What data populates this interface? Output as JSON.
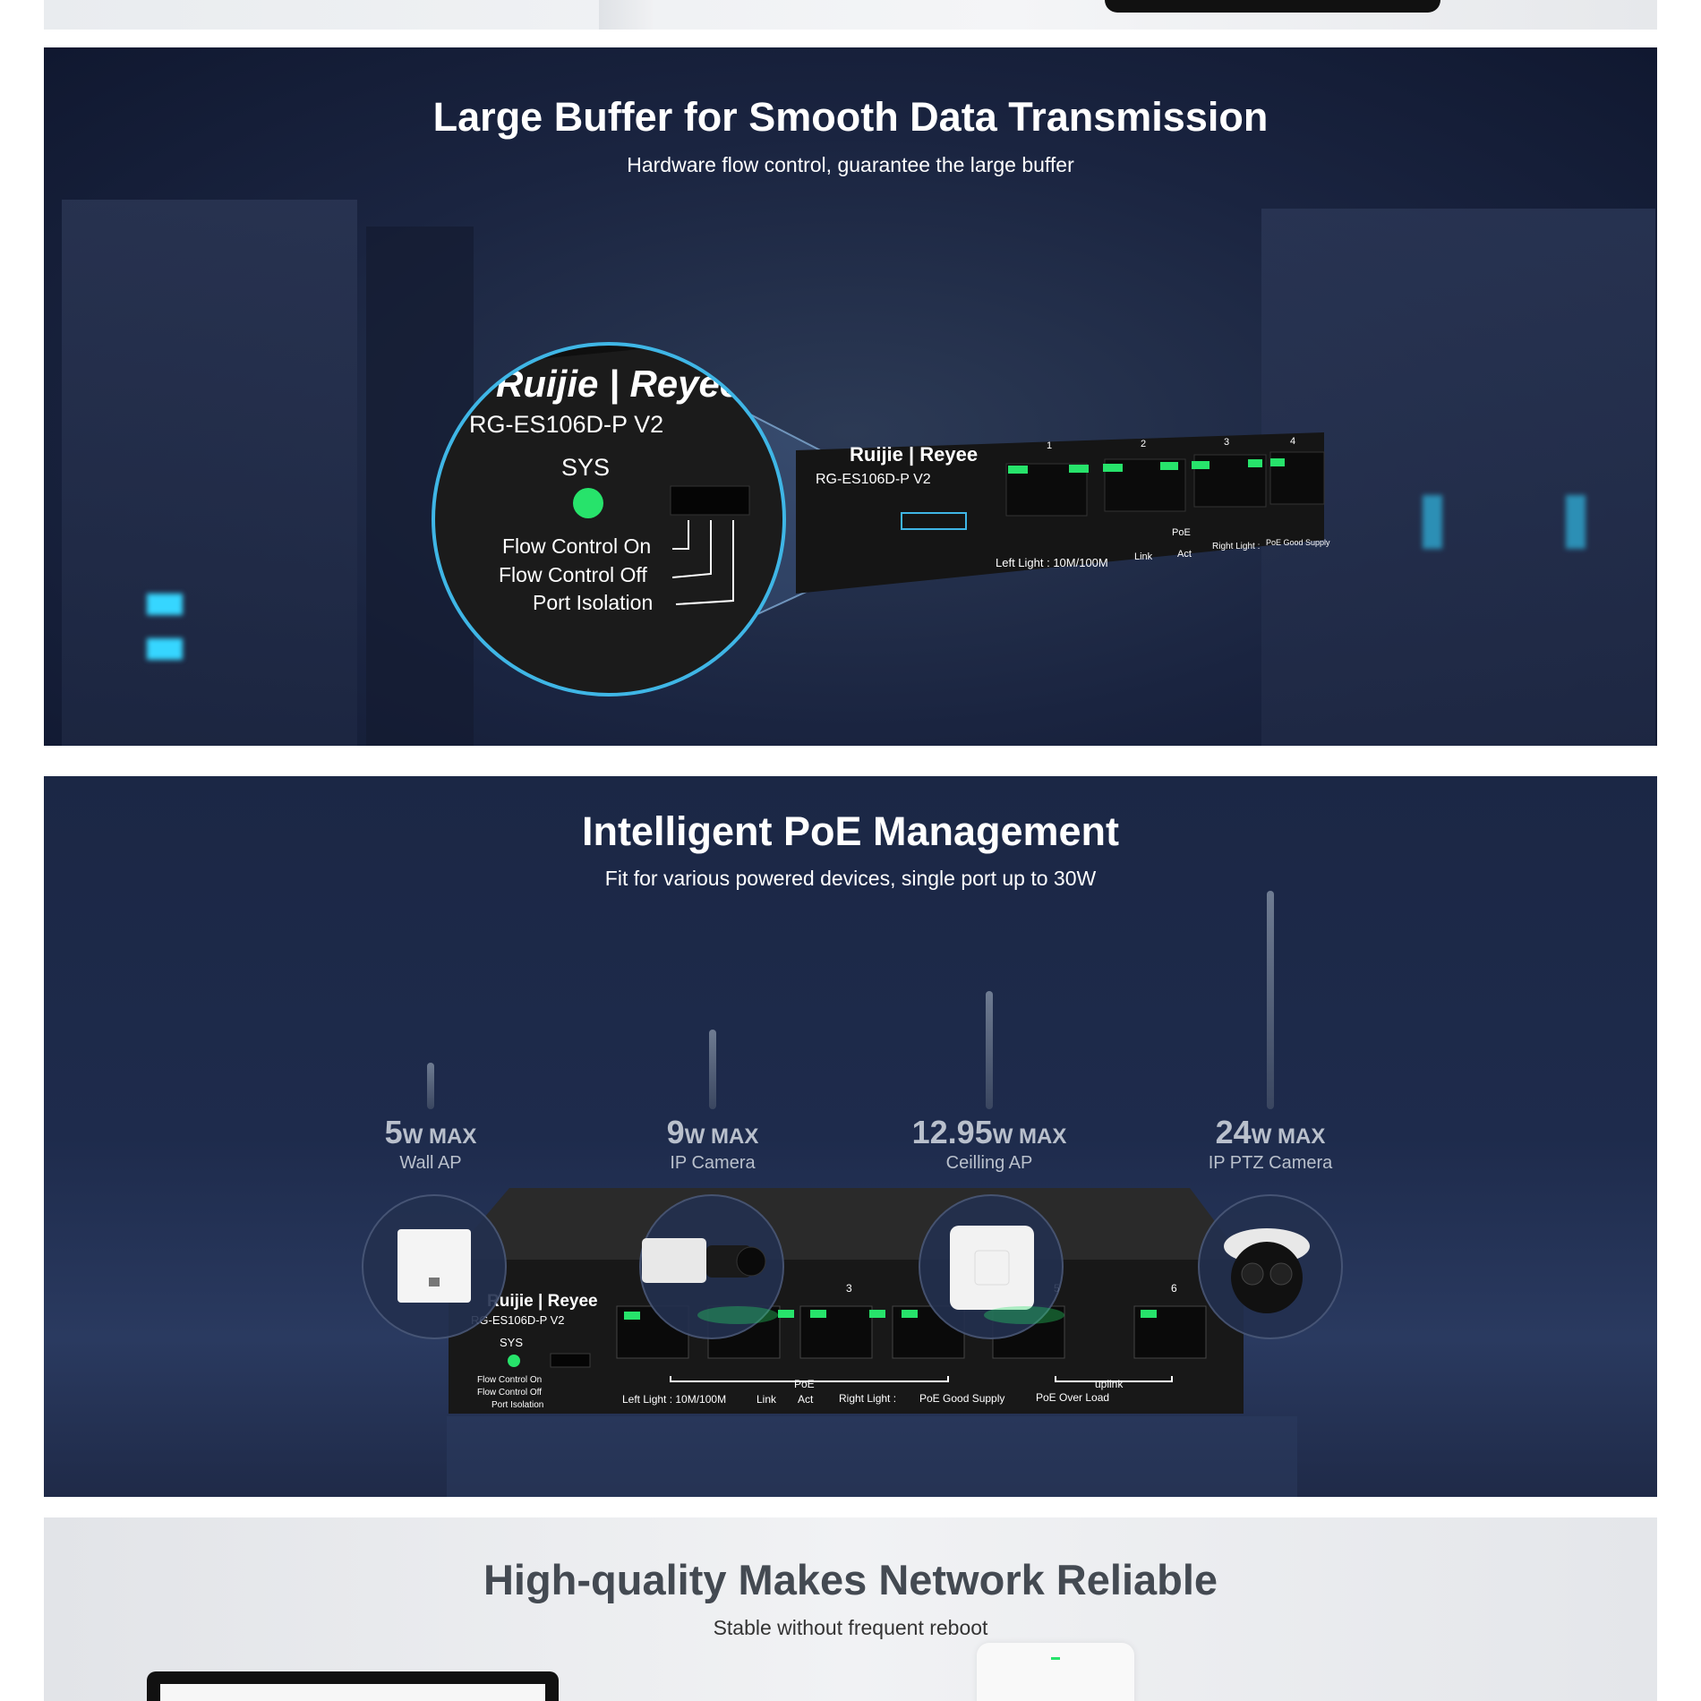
{
  "sections": {
    "buffer": {
      "title": "Large Buffer for Smooth Data Transmission",
      "subtitle": "Hardware flow control, guarantee the large buffer",
      "zoom": {
        "brand": "Ruijie | Reyee",
        "model": "RG-ES106D-P V2",
        "sys": "SYS",
        "flow_on": "Flow Control On",
        "flow_off": "Flow Control Off",
        "port_isolation": "Port Isolation"
      },
      "device": {
        "brand": "Ruijie | Reyee",
        "model": "RG-ES106D-P V2",
        "ports": [
          "1",
          "2",
          "3",
          "4"
        ],
        "poe": "PoE",
        "left_light": "Left Light : 10M/100M",
        "link": "Link",
        "act": "Act",
        "right_light": "Right Light :",
        "poe_good": "PoE Good Supply"
      }
    },
    "poe": {
      "title": "Intelligent PoE Management",
      "subtitle": "Fit for various powered devices, single port up to 30W",
      "devices": [
        {
          "value": "5",
          "unit": "W MAX",
          "name": "Wall AP"
        },
        {
          "value": "9",
          "unit": "W MAX",
          "name": "IP Camera"
        },
        {
          "value": "12.95",
          "unit": "W MAX",
          "name": "Ceilling AP"
        },
        {
          "value": "24",
          "unit": "W MAX",
          "name": "IP  PTZ Camera"
        }
      ],
      "switch": {
        "brand": "Ruijie | Reyee",
        "model": "RG-ES106D-P V2",
        "sys": "SYS",
        "flow_on": "Flow Control On",
        "flow_off": "Flow Control Off",
        "port_isolation": "Port Isolation",
        "ports": [
          "3",
          "5",
          "6"
        ],
        "poe": "PoE",
        "uplink": "uplink",
        "left_light": "Left Light : 10M/100M",
        "link": "Link",
        "act": "Act",
        "right_light": "Right Light :",
        "poe_good": "PoE Good Supply",
        "poe_over": "PoE Over Load"
      }
    },
    "quality": {
      "title": "High-quality Makes Network Reliable",
      "subtitle": "Stable without frequent reboot"
    }
  },
  "colors": {
    "navy": "#1a2440",
    "led_green": "#27e36b",
    "accent_cyan": "#3fb6e6"
  }
}
